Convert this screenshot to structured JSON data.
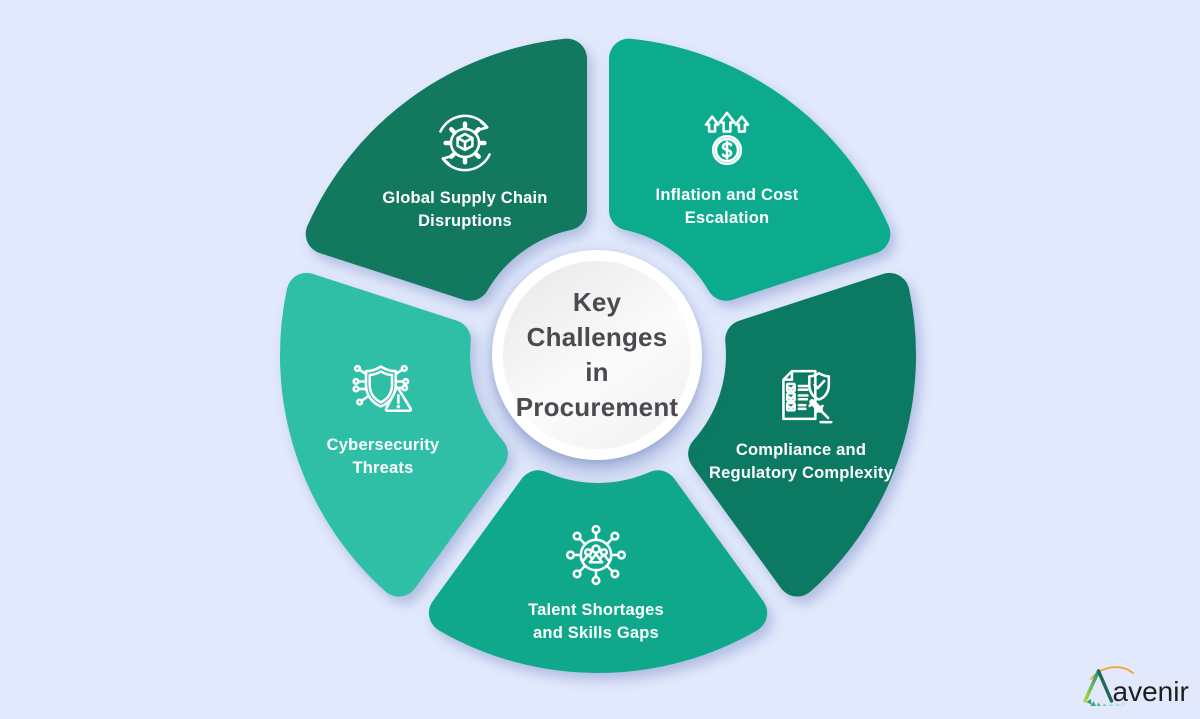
{
  "title": "Key Challenges in Procurement",
  "background_color": "#E2E9FC",
  "hub": {
    "title_lines": [
      "Key Challenges",
      "in Procurement"
    ],
    "text_color": "#4A4A4F"
  },
  "segments": [
    {
      "name": "inflation-and-cost-escalation",
      "label": "Inflation and Cost Escalation",
      "lines": [
        "Inflation and Cost",
        "Escalation"
      ],
      "color": "#0CAB8E",
      "icon": "money-growth-icon"
    },
    {
      "name": "compliance-and-regulatory-complexity",
      "label": "Compliance and Regulatory Complexity",
      "lines": [
        "Compliance and",
        "Regulatory Complexity"
      ],
      "color": "#0C7A63",
      "icon": "compliance-checklist-icon"
    },
    {
      "name": "talent-shortages-and-skills-gaps",
      "label": "Talent Shortages and Skills Gaps",
      "lines": [
        "Talent Shortages",
        "and Skills Gaps"
      ],
      "color": "#10A88B",
      "icon": "talent-network-icon"
    },
    {
      "name": "cybersecurity-threats",
      "label": "Cybersecurity Threats",
      "lines": [
        "Cybersecurity",
        "Threats"
      ],
      "color": "#2FBFA7",
      "icon": "cyber-shield-icon"
    },
    {
      "name": "global-supply-chain-disruptions",
      "label": "Global Supply Chain Disruptions",
      "lines": [
        "Global Supply Chain",
        "Disruptions"
      ],
      "color": "#12795F",
      "icon": "supply-chain-icon"
    }
  ],
  "logo": {
    "brand": "Aavenir",
    "brand_rest": "avenir",
    "arc_color": "#F2A33C",
    "text_color": "#1F1F1F",
    "accent_green": "#8FC43F",
    "accent_dark_green": "#1D6B52"
  }
}
